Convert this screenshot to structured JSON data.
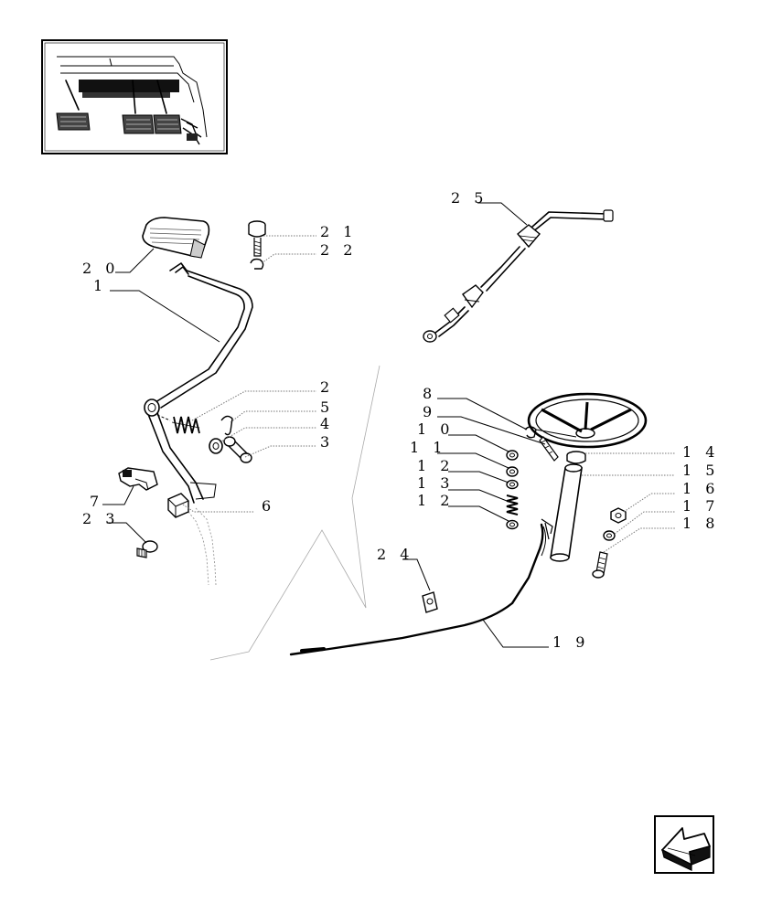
{
  "diagram": {
    "callouts": [
      {
        "id": "c20",
        "text": "2 0"
      },
      {
        "id": "c1",
        "text": "1"
      },
      {
        "id": "c21",
        "text": "2 1"
      },
      {
        "id": "c22",
        "text": "2 2"
      },
      {
        "id": "c25",
        "text": "2 5"
      },
      {
        "id": "c2",
        "text": "2"
      },
      {
        "id": "c5",
        "text": "5"
      },
      {
        "id": "c4",
        "text": "4"
      },
      {
        "id": "c3",
        "text": "3"
      },
      {
        "id": "c7",
        "text": "7"
      },
      {
        "id": "c23",
        "text": "2 3"
      },
      {
        "id": "c6",
        "text": "6"
      },
      {
        "id": "c8",
        "text": "8"
      },
      {
        "id": "c9",
        "text": "9"
      },
      {
        "id": "c10",
        "text": "1 0"
      },
      {
        "id": "c11",
        "text": "1 1"
      },
      {
        "id": "c12a",
        "text": "1 2"
      },
      {
        "id": "c13",
        "text": "1 3"
      },
      {
        "id": "c12b",
        "text": "1 2"
      },
      {
        "id": "c14",
        "text": "1 4"
      },
      {
        "id": "c15",
        "text": "1 5"
      },
      {
        "id": "c16",
        "text": "1 6"
      },
      {
        "id": "c17",
        "text": "1 7"
      },
      {
        "id": "c18",
        "text": "1 8"
      },
      {
        "id": "c24",
        "text": "2 4"
      },
      {
        "id": "c19",
        "text": "1 9"
      }
    ]
  },
  "navigation": {
    "icon": "arrow-left-icon"
  }
}
